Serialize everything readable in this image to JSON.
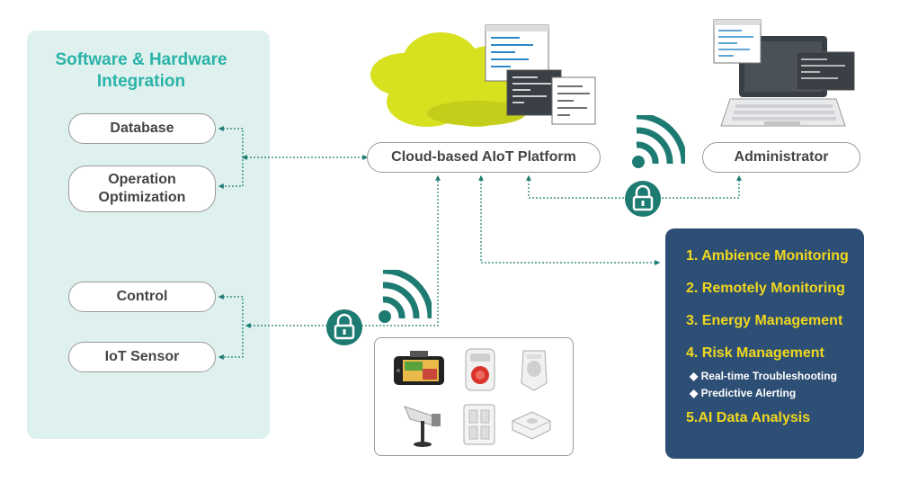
{
  "left_panel": {
    "title_line1": "Software & Hardware",
    "title_line2": "Integration",
    "items": [
      {
        "label": "Database"
      },
      {
        "label_line1": "Operation",
        "label_line2": "Optimization"
      },
      {
        "label": "Control"
      },
      {
        "label": "IoT Sensor"
      }
    ]
  },
  "platform": {
    "label": "Cloud-based AIoT Platform"
  },
  "administrator": {
    "label": "Administrator"
  },
  "features": {
    "items": [
      "1. Ambience Monitoring",
      "2. Remotely Monitoring",
      "3. Energy Management",
      "4. Risk Management"
    ],
    "subitems": [
      "◆ Real-time Troubleshooting",
      "◆ Predictive Alerting"
    ],
    "last_item": "5.AI Data Analysis"
  },
  "colors": {
    "teal": "#1e7b72",
    "panel_bg": "#dff1ef",
    "title_teal": "#2ab3a8",
    "navy": "#2d4f75",
    "yellow": "#f1d71e",
    "cloud": "#d7e11f"
  },
  "icons": [
    "cloud-icon",
    "code-window-icon",
    "laptop-icon",
    "wifi-icon",
    "lock-icon",
    "tablet-icon",
    "alarm-button-icon",
    "motion-sensor-icon",
    "camera-icon",
    "wall-switch-icon",
    "ceiling-sensor-icon"
  ]
}
